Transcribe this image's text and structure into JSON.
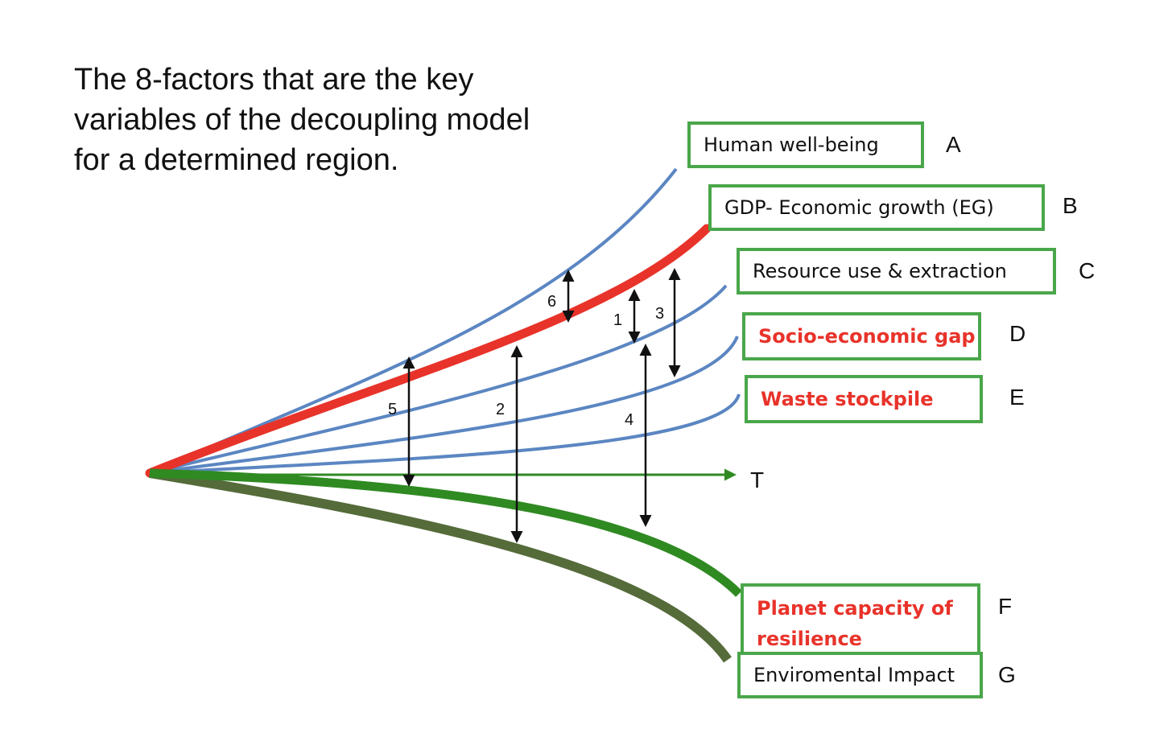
{
  "title": "The 8-factors that are the key\nvariables of the decoupling model\nfor a determined region.",
  "axis_label": "T",
  "colors": {
    "blue_curve": "#5b86c2",
    "red_curve": "#e8332a",
    "green_curve": "#2f8a22",
    "olive_curve": "#556b3a",
    "box_border": "#4aa64a",
    "red_text": "#e8332a"
  },
  "factors": [
    {
      "key": "A",
      "label": "Human well-being",
      "highlight": false
    },
    {
      "key": "B",
      "label": "GDP- Economic growth (EG)",
      "highlight": false
    },
    {
      "key": "C",
      "label": "Resource use & extraction",
      "highlight": false
    },
    {
      "key": "D",
      "label": "Socio-economic gap",
      "highlight": true
    },
    {
      "key": "E",
      "label": "Waste stockpile",
      "highlight": true
    },
    {
      "key": "F",
      "label": "Planet capacity of\nresilience",
      "highlight": true
    },
    {
      "key": "G",
      "label": "Enviromental Impact",
      "highlight": false
    }
  ],
  "gaps": [
    "1",
    "2",
    "3",
    "4",
    "5",
    "6"
  ]
}
